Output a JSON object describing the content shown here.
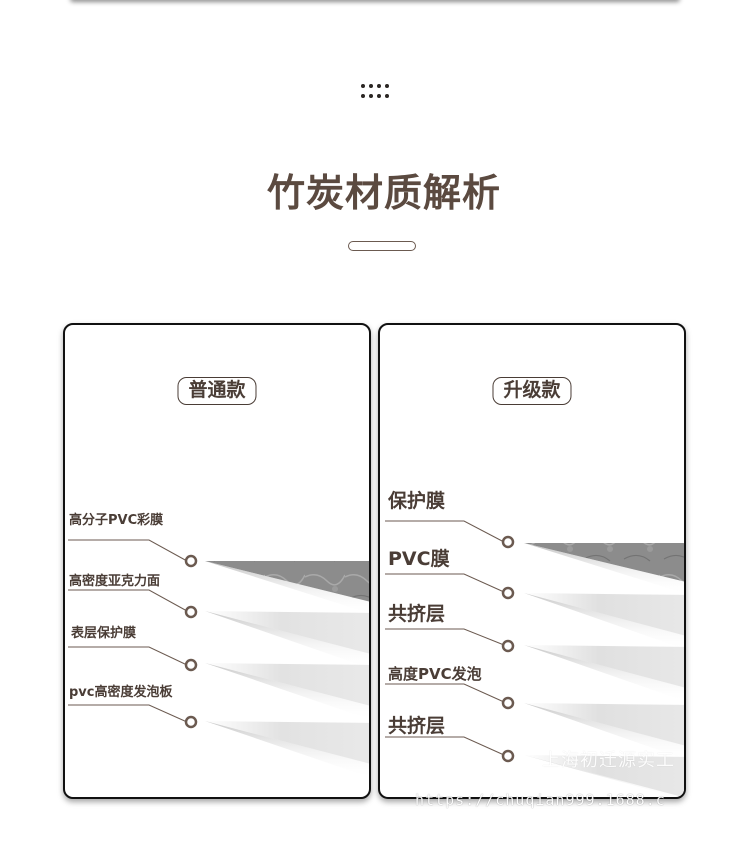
{
  "page": {
    "title": "竹炭材质解析"
  },
  "cards": [
    {
      "badge": "普通款",
      "layers": [
        {
          "label": "高分子PVC彩膜"
        },
        {
          "label": "高密度亚克力面"
        },
        {
          "label": "表层保护膜"
        },
        {
          "label": "pvc高密度发泡板"
        }
      ]
    },
    {
      "badge": "升级款",
      "layers": [
        {
          "label": "保护膜"
        },
        {
          "label": "PVC膜"
        },
        {
          "label": "共挤层"
        },
        {
          "label": "高度PVC发泡"
        },
        {
          "label": "共挤层"
        }
      ]
    }
  ],
  "watermark": {
    "line1": "上海初迁源实工",
    "line2": "https://chuqian999.1688.c"
  },
  "colors": {
    "title": "#5b4a40",
    "text": "#4a3d36",
    "marble": "#8a8a8a",
    "panel": "#e4e4e4"
  }
}
